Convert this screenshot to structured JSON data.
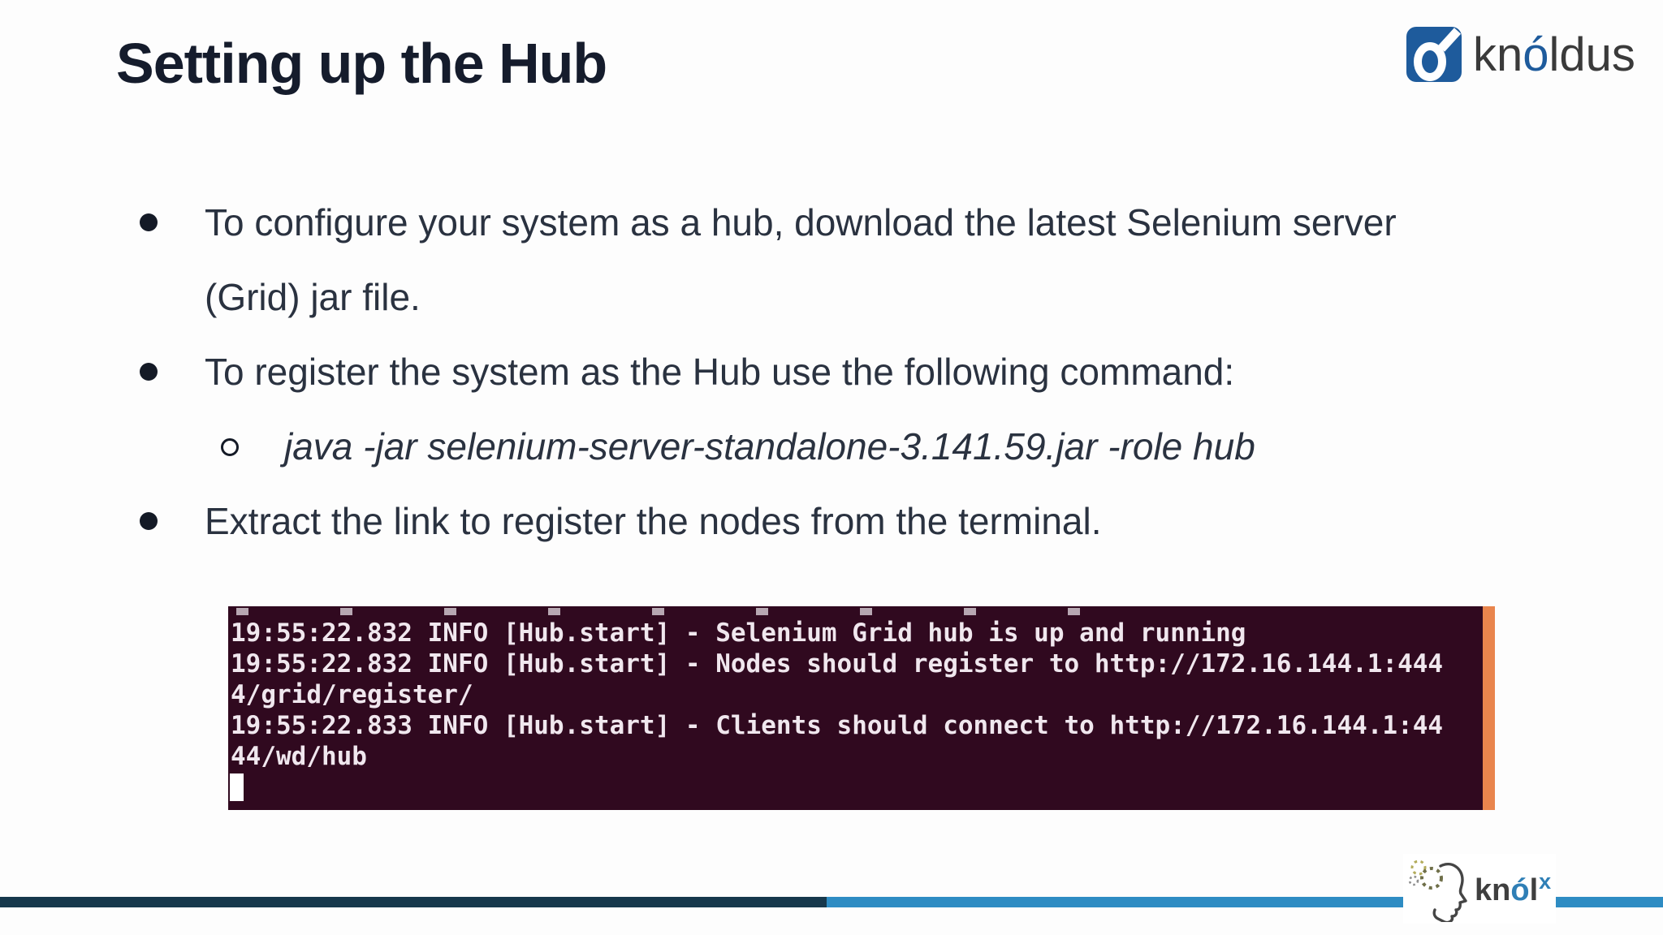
{
  "slide": {
    "title": "Setting up the Hub",
    "background_color": "#fdfdfd",
    "title_color": "#151c2c",
    "body_text_color": "#2a3240"
  },
  "brand": {
    "prefix": "kn",
    "accent": "ó",
    "suffix": "ldus",
    "icon": "knoldus-o-slash-icon",
    "icon_color": "#1e5b9c"
  },
  "bullets": [
    {
      "level": 1,
      "lines": [
        "To configure your system as a hub, download the latest Selenium server",
        "(Grid) jar file."
      ]
    },
    {
      "level": 1,
      "lines": [
        "To register the system as the Hub use the following command:"
      ]
    },
    {
      "level": 2,
      "italic": true,
      "lines": [
        "java -jar selenium-server-standalone-3.141.59.jar -role hub"
      ]
    },
    {
      "level": 1,
      "lines": [
        "Extract the link to register the nodes from the terminal."
      ]
    }
  ],
  "terminal": {
    "lines": [
      "19:55:22.832 INFO [Hub.start] - Selenium Grid hub is up and running",
      "19:55:22.832 INFO [Hub.start] - Nodes should register to http://172.16.144.1:444",
      "4/grid/register/",
      "19:55:22.833 INFO [Hub.start] - Clients should connect to http://172.16.144.1:44",
      "44/wd/hub"
    ],
    "background_color": "#30091f",
    "text_color": "#f0e7ee",
    "scrollbar_color": "#e9854d",
    "cursor_color": "#ffffff"
  },
  "footer": {
    "bar_dark_color": "#16384c",
    "bar_light_color": "#2e8cc3",
    "knolx": {
      "prefix": "kn",
      "accent": "ó",
      "suffix": "l",
      "sup": "x",
      "icon": "knolx-head-icon"
    }
  }
}
